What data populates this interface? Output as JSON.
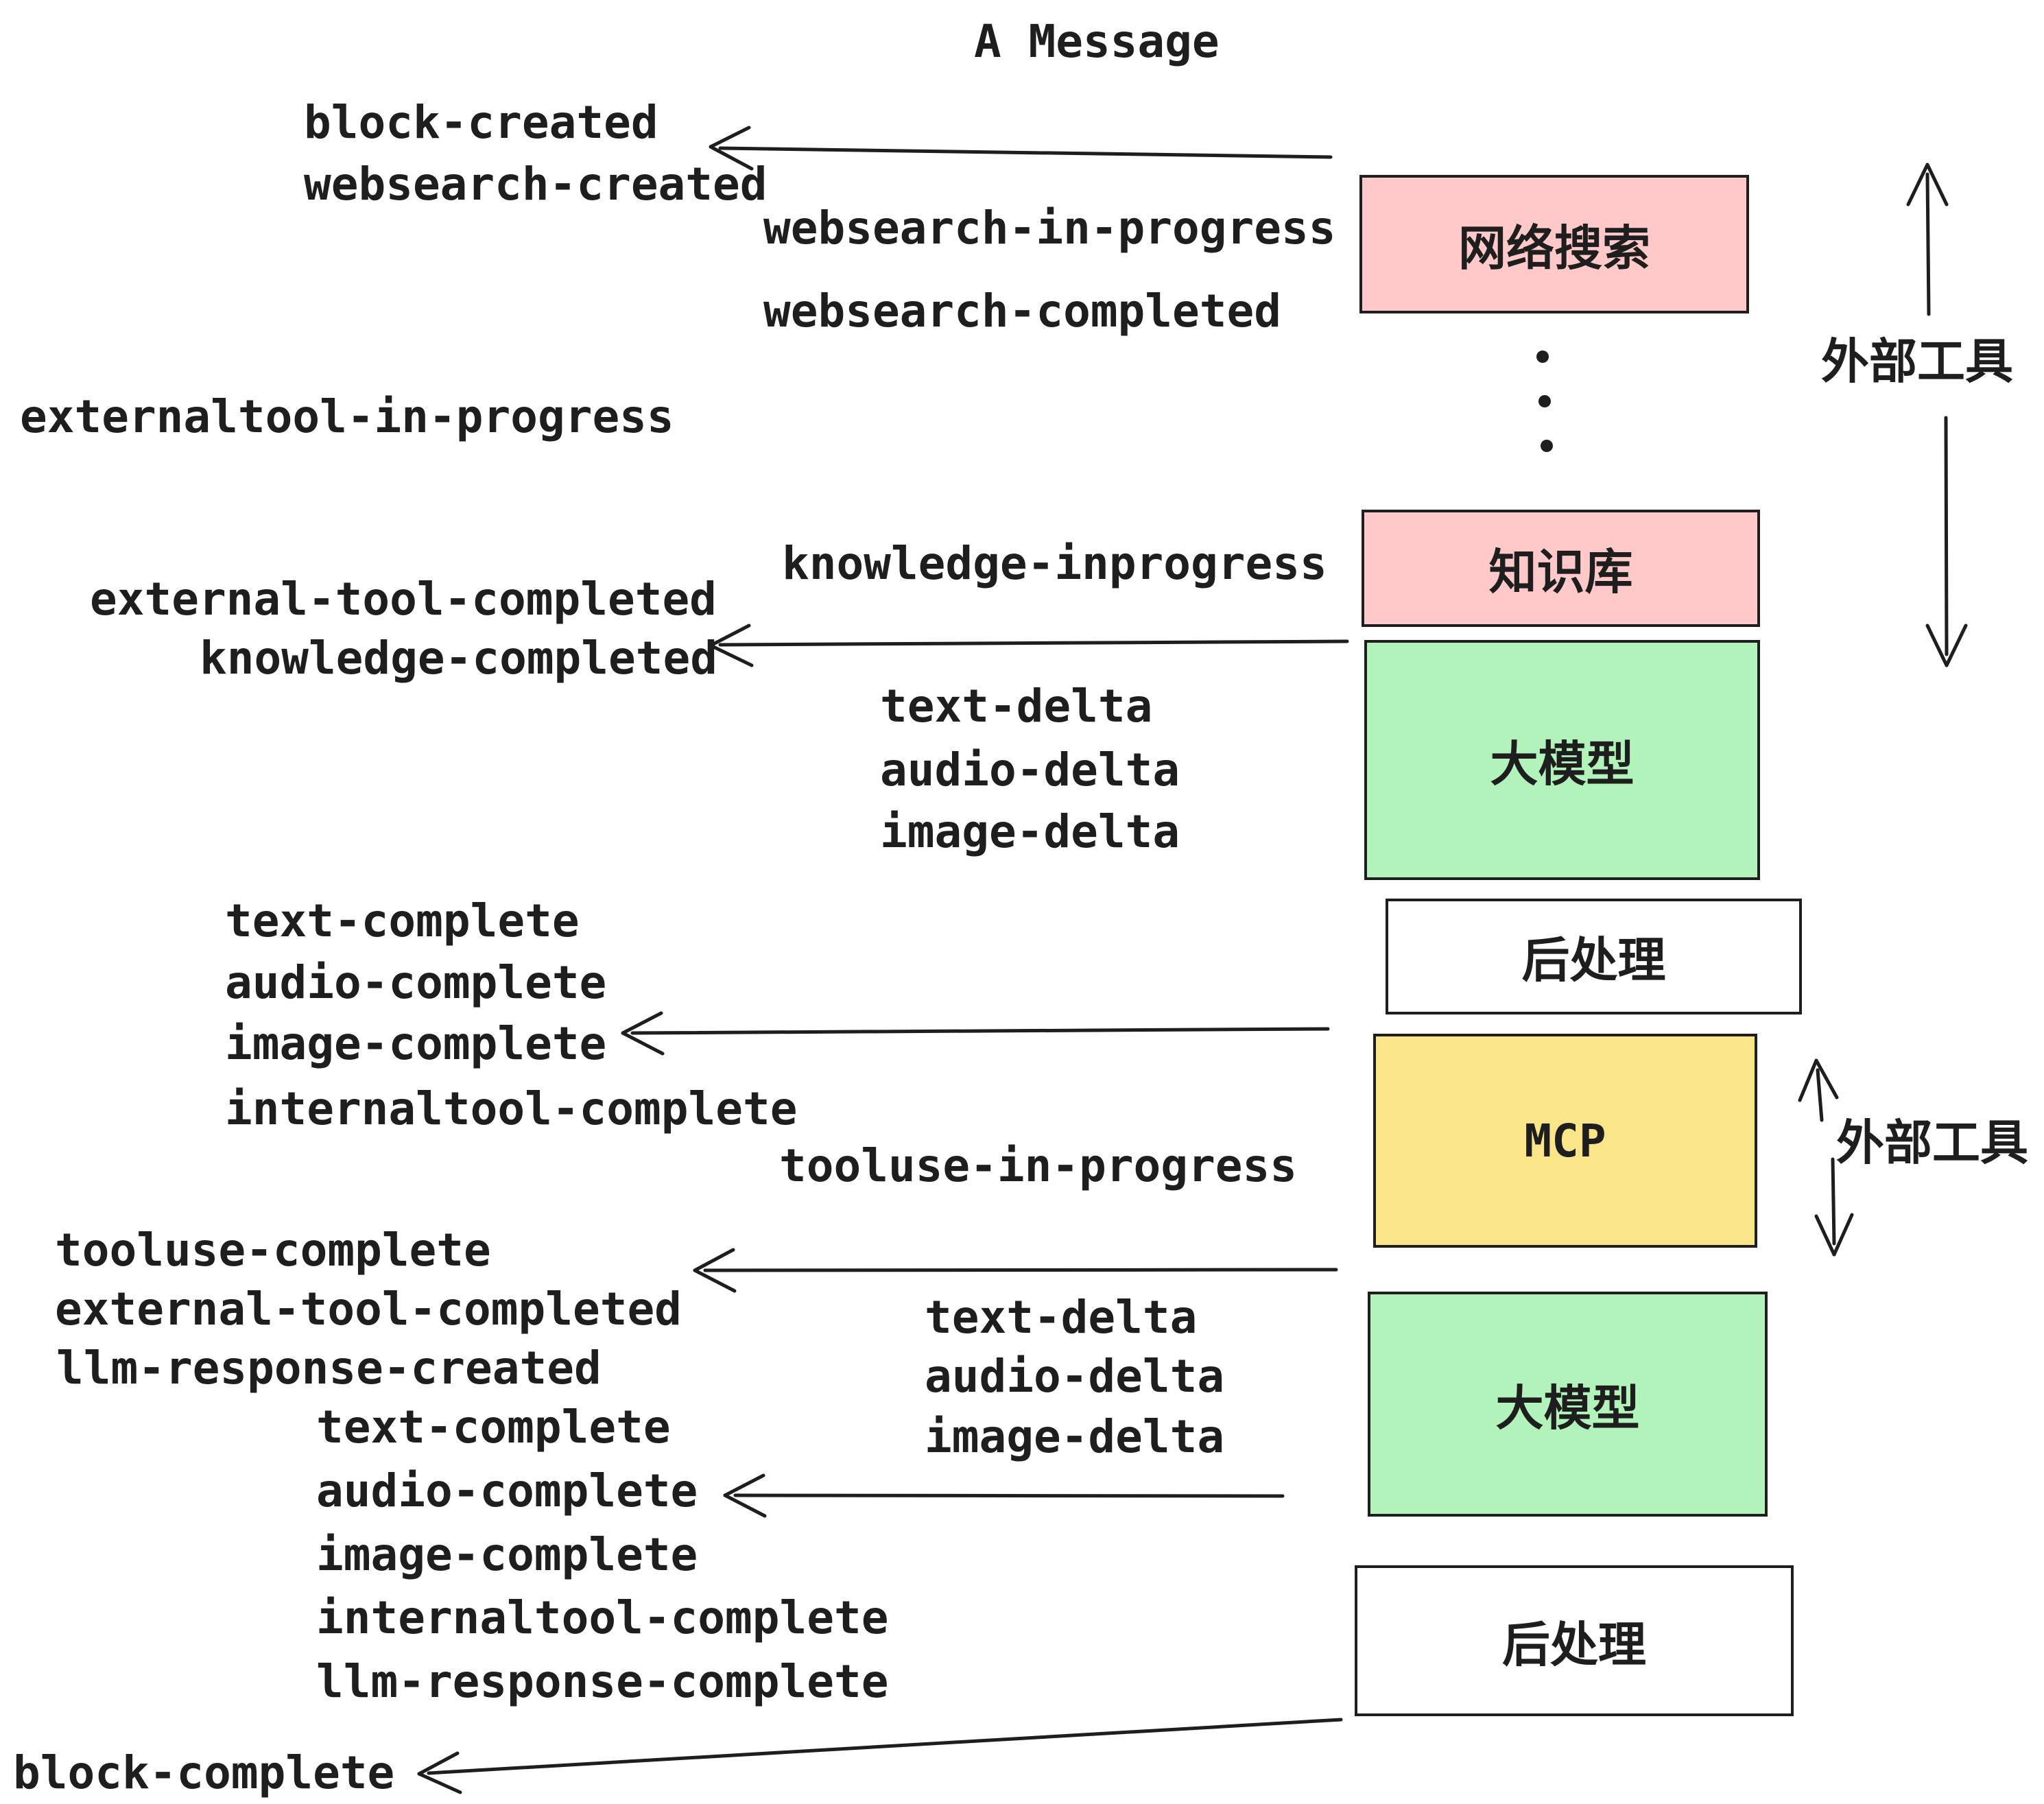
{
  "title": "A Message",
  "colors": {
    "stroke": "#1E1E1E",
    "pink_box": "#FFC9C9",
    "green_box": "#B2F2BB",
    "yellow_box": "#FAE588",
    "white_box": "#FFFFFF",
    "background": "#FFFFFF"
  },
  "boxes": [
    {
      "id": "websearch",
      "label": "网络搜索",
      "color": "pink"
    },
    {
      "id": "knowledge",
      "label": "知识库",
      "color": "pink"
    },
    {
      "id": "llm-1",
      "label": "大模型",
      "color": "green"
    },
    {
      "id": "post-1",
      "label": "后处理",
      "color": "white"
    },
    {
      "id": "mcp",
      "label": "MCP",
      "color": "yellow"
    },
    {
      "id": "llm-2",
      "label": "大模型",
      "color": "green"
    },
    {
      "id": "post-2",
      "label": "后处理",
      "color": "white"
    }
  ],
  "events": {
    "block_created": "block-created",
    "websearch_created": "websearch-created",
    "websearch_in_progress": "websearch-in-progress",
    "websearch_completed": "websearch-completed",
    "externaltool_in_progress": "externaltool-in-progress",
    "knowledge_inprogress": "knowledge-inprogress",
    "external_tool_completed": "external-tool-completed",
    "knowledge_completed": "knowledge-completed",
    "text_delta": "text-delta",
    "audio_delta": "audio-delta",
    "image_delta": "image-delta",
    "text_complete": "text-complete",
    "audio_complete": "audio-complete",
    "image_complete": "image-complete",
    "internaltool_complete": "internaltool-complete",
    "tooluse_in_progress": "tooluse-in-progress",
    "tooluse_complete": "tooluse-complete",
    "llm_response_created": "llm-response-created",
    "llm_response_complete": "llm-response-complete",
    "block_complete": "block-complete"
  },
  "side_labels": {
    "external_tools": "外部工具"
  }
}
